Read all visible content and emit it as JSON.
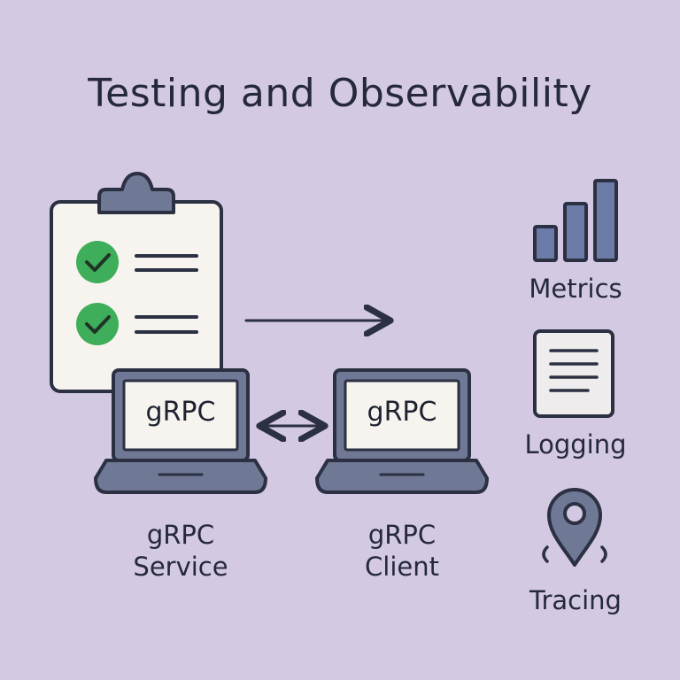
{
  "title": "Testing and Observability",
  "laptops": {
    "service": {
      "screen_text": "gRPC",
      "caption_line1": "gRPC",
      "caption_line2": "Service"
    },
    "client": {
      "screen_text": "gRPC",
      "caption_line1": "gRPC",
      "caption_line2": "Client"
    }
  },
  "observability": {
    "metrics_label": "Metrics",
    "logging_label": "Logging",
    "tracing_label": "Tracing"
  },
  "icons": {
    "clipboard": "clipboard-checklist-icon",
    "metrics": "bar-chart-icon",
    "logging": "document-lines-icon",
    "tracing": "location-pin-icon"
  },
  "colors": {
    "background": "#d3c9e3",
    "outline": "#2b3042",
    "device": "#6f7894",
    "check": "#3fae5a",
    "paper": "#f7f4ef",
    "bars": "#6c7ba8"
  }
}
